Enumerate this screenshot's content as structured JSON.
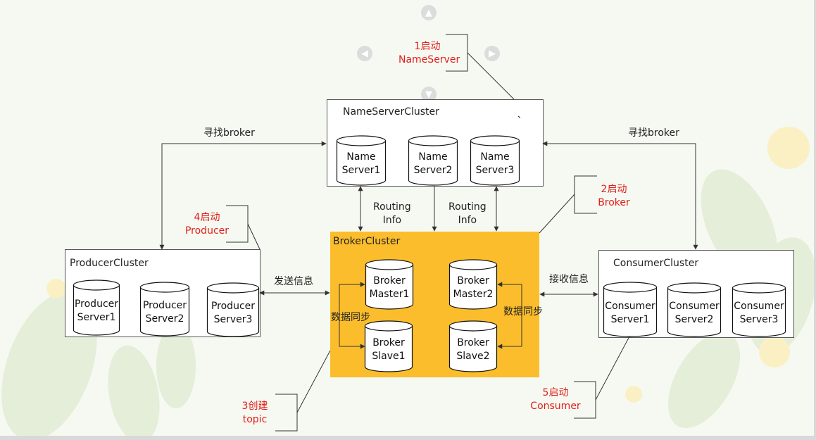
{
  "clusters": {
    "nameserver": {
      "title": "NameServerCluster",
      "mark": "、"
    },
    "producer": {
      "title": "ProducerCluster"
    },
    "broker": {
      "title": "BrokerCluster"
    },
    "consumer": {
      "title": "ConsumerCluster"
    }
  },
  "servers": {
    "ns1": [
      "Name",
      "Server1"
    ],
    "ns2": [
      "Name",
      "Server2"
    ],
    "ns3": [
      "Name",
      "Server3"
    ],
    "p1": [
      "Producer",
      "Server1"
    ],
    "p2": [
      "Producer",
      "Server2"
    ],
    "p3": [
      "Producer",
      "Server3"
    ],
    "bm1": [
      "Broker",
      "Master1"
    ],
    "bm2": [
      "Broker",
      "Master2"
    ],
    "bs1": [
      "Broker",
      "Slave1"
    ],
    "bs2": [
      "Broker",
      "Slave2"
    ],
    "c1": [
      "Consumer",
      "Server1"
    ],
    "c2": [
      "Consumer",
      "Server2"
    ],
    "c3": [
      "Consumer",
      "Server3"
    ]
  },
  "labels": {
    "find_broker_left": "寻找broker",
    "find_broker_right": "寻找broker",
    "routing_left": [
      "Routing",
      "Info"
    ],
    "routing_right": [
      "Routing",
      "Info"
    ],
    "send_msg": "发送信息",
    "recv_msg": "接收信息",
    "sync_left": "数据同步",
    "sync_right": "数据同步"
  },
  "steps": {
    "s1": [
      "1启动",
      "NameServer"
    ],
    "s2": [
      "2启动",
      "Broker"
    ],
    "s3": [
      "3创建",
      "topic"
    ],
    "s4": [
      "4启动",
      "Producer"
    ],
    "s5": [
      "5启动",
      "Consumer"
    ]
  },
  "colors": {
    "broker_fill": "#fbbd2b",
    "step_text": "#e0201b",
    "line": "#333333"
  },
  "icons": {
    "nav_up": "▲",
    "nav_down": "▼",
    "nav_left": "◀",
    "nav_right": "▶"
  }
}
